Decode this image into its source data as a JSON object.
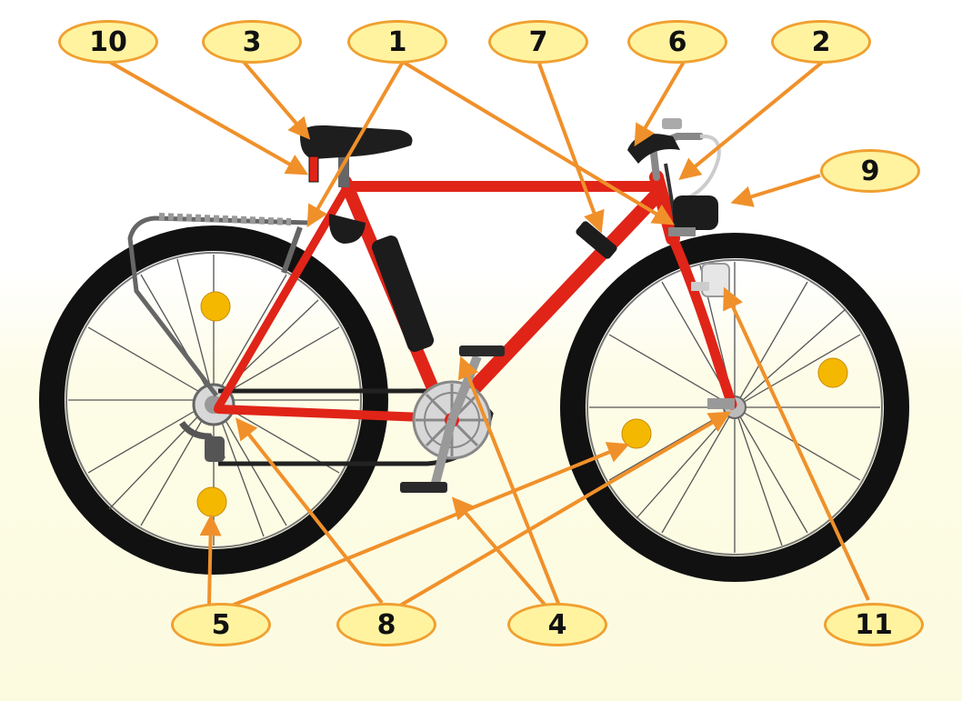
{
  "callouts": {
    "c10": "10",
    "c3": "3",
    "c1": "1",
    "c7": "7",
    "c6": "6",
    "c2": "2",
    "c9": "9",
    "c5": "5",
    "c8": "8",
    "c4": "4",
    "c11": "11"
  },
  "colors": {
    "frame": "#e02418",
    "tire": "#111111",
    "arrow": "#f0902a",
    "reflector": "#f5b800",
    "callout_fill": "#fff3a0",
    "callout_border": "#f0a030"
  }
}
